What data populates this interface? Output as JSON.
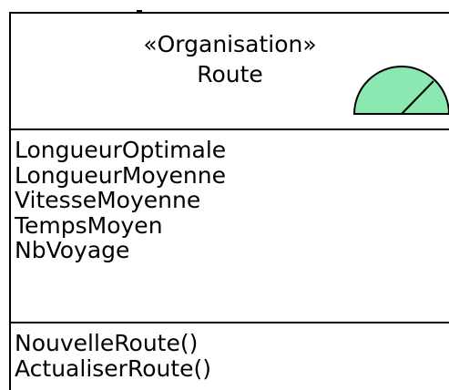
{
  "class": {
    "stereotype": "«Organisation»",
    "name": "Route",
    "icon": "organisation-semicircle-icon",
    "icon_fill": "#8be8b0",
    "attributes": [
      "LongueurOptimale",
      "LongueurMoyenne",
      "VitesseMoyenne",
      "TempsMoyen",
      "NbVoyage"
    ],
    "operations": [
      "NouvelleRoute()",
      "ActualiserRoute()"
    ]
  }
}
